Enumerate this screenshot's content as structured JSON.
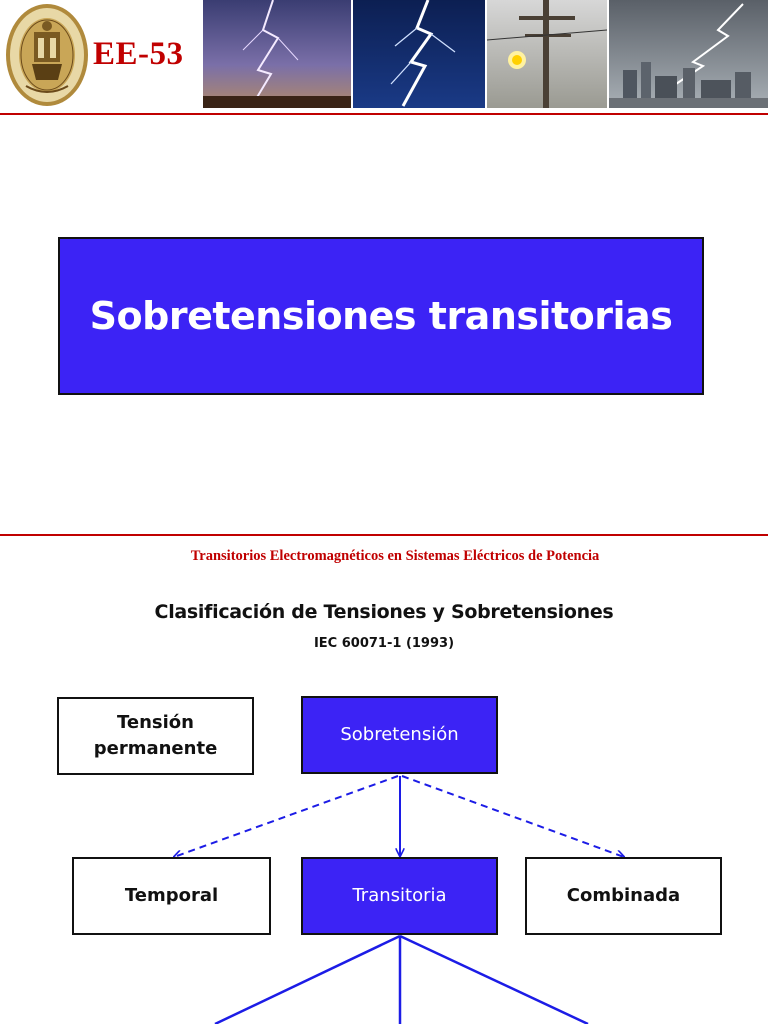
{
  "slide1": {
    "header": {
      "course_code": "EE-53",
      "photos": [
        "lightning-city-photo",
        "lightning-bolt-photo",
        "power-pole-arc-photo",
        "lightning-skyline-photo"
      ]
    },
    "title": "Sobretensiones transitorias"
  },
  "slide2": {
    "course_title": "Transitorios Electromagnéticos en Sistemas Eléctricos de Potencia",
    "heading": "Clasificación de Tensiones y Sobretensiones",
    "standard": "IEC 60071-1 (1993)",
    "nodes": {
      "permanent": "Tensión permanente",
      "overvoltage": "Sobretensión",
      "temporary": "Temporal",
      "transient": "Transitoria",
      "combined": "Combinada"
    }
  },
  "colors": {
    "accent_red": "#c00000",
    "box_blue": "#3c23f5",
    "arrow_blue": "#1c1ce6"
  }
}
